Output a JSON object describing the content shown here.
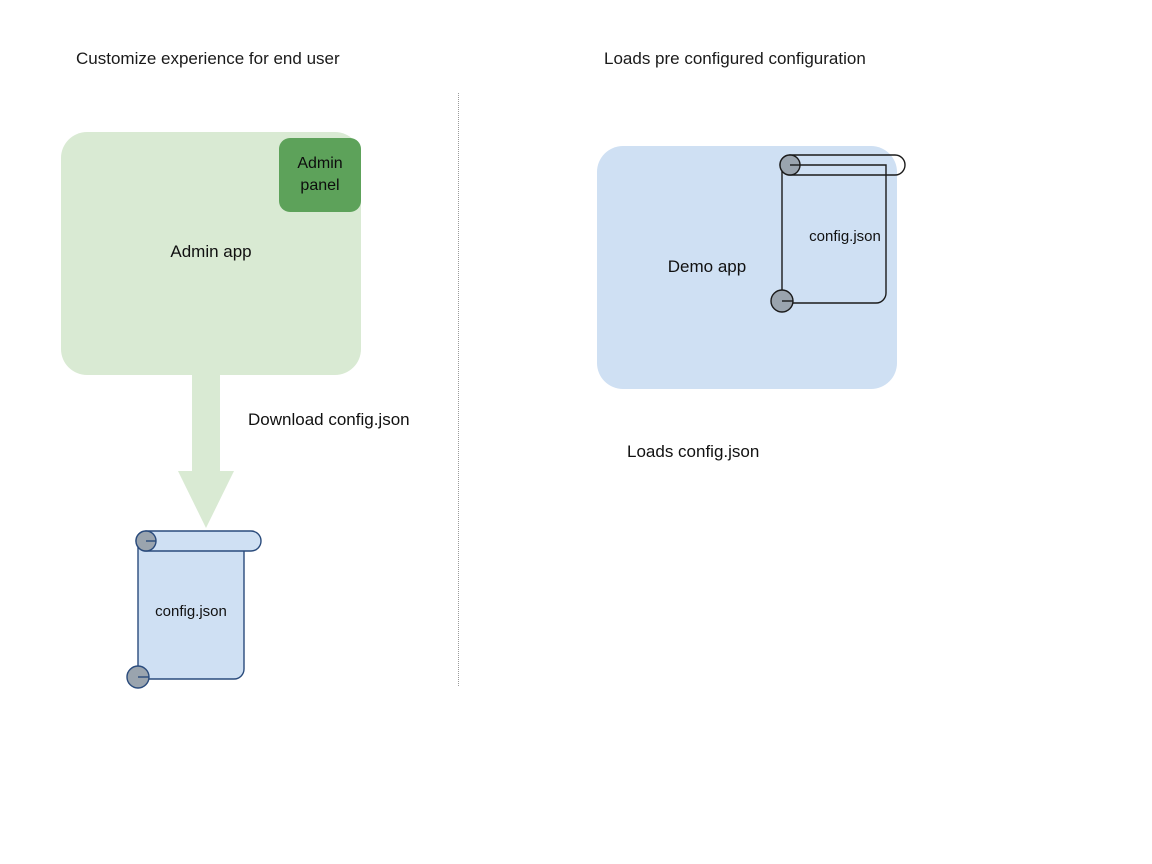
{
  "diagram": {
    "title_left": "Customize experience for end user",
    "title_right": "Loads pre configured configuration",
    "left_panel": {
      "app_label": "Admin app",
      "badge_label": "Admin panel",
      "badge_color": "#5da25a",
      "app_color": "#d9ead3",
      "arrow_label": "Download config.json",
      "arrow_color": "#d9ead3",
      "file_label": "config.json",
      "file_fill": "#cfe0f3",
      "file_stroke": "#2a4b7c",
      "roll_fill": "#9aa4ae"
    },
    "right_panel": {
      "app_label": "Demo app",
      "app_color": "#cfe0f3",
      "file_label": "config.json",
      "file_fill": "none",
      "file_stroke": "#1b1b1b",
      "roll_fill": "#9aa4ae",
      "caption": "Loads config.json"
    },
    "divider": {
      "style": "dotted",
      "color": "#9a9a9a"
    }
  }
}
